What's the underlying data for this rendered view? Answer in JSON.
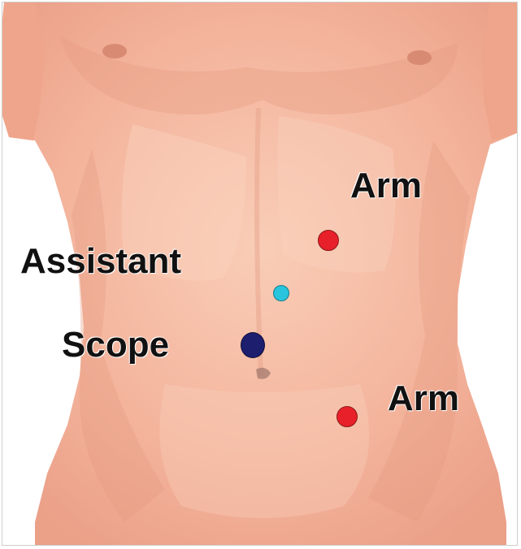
{
  "image": {
    "subject": "torso-port-placement",
    "labels": {
      "arm_upper": "Arm",
      "assistant": "Assistant",
      "scope": "Scope",
      "arm_lower": "Arm"
    }
  },
  "colors": {
    "skin_base": "#F4B49C",
    "skin_light": "#F8C8B2",
    "skin_shadow": "#E59A80",
    "arm_port": "#E8202A",
    "assistant_port": "#29C4DD",
    "scope_port": "#1D1F6E",
    "label_text": "#111111"
  },
  "ports": [
    {
      "role": "arm",
      "label_key": "arm_upper",
      "color_key": "arm_port"
    },
    {
      "role": "assistant",
      "label_key": "assistant",
      "color_key": "assistant_port"
    },
    {
      "role": "scope",
      "label_key": "scope",
      "color_key": "scope_port"
    },
    {
      "role": "arm",
      "label_key": "arm_lower",
      "color_key": "arm_port"
    }
  ]
}
